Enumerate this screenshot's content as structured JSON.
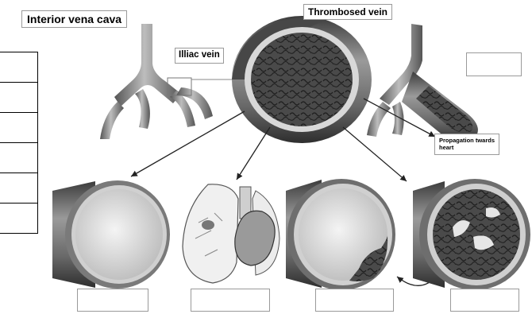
{
  "labels": {
    "inferior_vena_cava": "Interior vena cava",
    "thrombosed_vein": "Thrombosed vein",
    "iliac_vein": "Illiac vein",
    "propagation_line1": "Propagation twards",
    "propagation_line2": "heart"
  },
  "answer_table": {
    "rows": [
      "",
      "",
      "",
      "",
      "",
      ""
    ]
  },
  "answer_boxes": [
    "",
    "",
    "",
    "",
    ""
  ],
  "colors": {
    "vessel_dark": "#5a5a5a",
    "vessel_light": "#c8c8c8",
    "clot": "#3a3a3a",
    "lumen": "#e8e8e8"
  }
}
